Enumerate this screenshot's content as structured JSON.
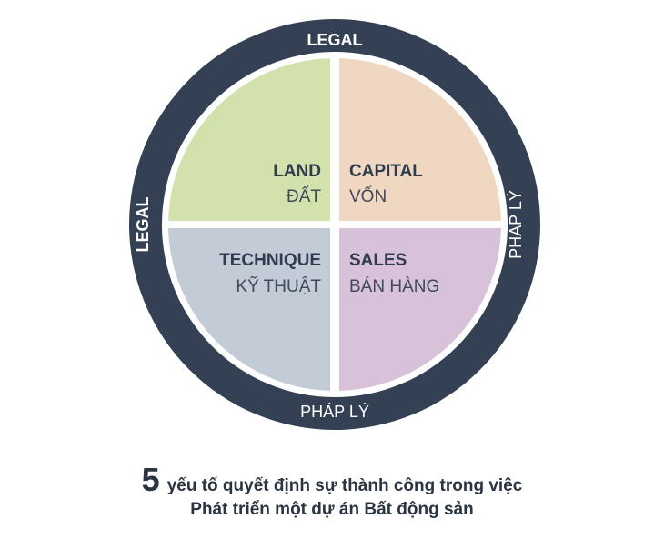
{
  "diagram": {
    "ring": {
      "top": "LEGAL",
      "left": "LEGAL",
      "right": "PHÁP LÝ",
      "bottom": "PHÁP LÝ",
      "color": "#344154"
    },
    "quadrants": {
      "top_left": {
        "en": "LAND",
        "vi": "ĐẤT",
        "color": "#d3e1ad"
      },
      "top_right": {
        "en": "CAPITAL",
        "vi": "VỐN",
        "color": "#efd7c2"
      },
      "bottom_left": {
        "en": "TECHNIQUE",
        "vi": "KỸ THUẬT",
        "color": "#c3cbd7"
      },
      "bottom_right": {
        "en": "SALES",
        "vi": "BÁN HÀNG",
        "color": "#d8c2da"
      }
    }
  },
  "caption": {
    "number": "5",
    "line1": "yếu tố quyết định sự thành công trong việc",
    "line2": "Phát triển một dự án Bất động sản"
  }
}
